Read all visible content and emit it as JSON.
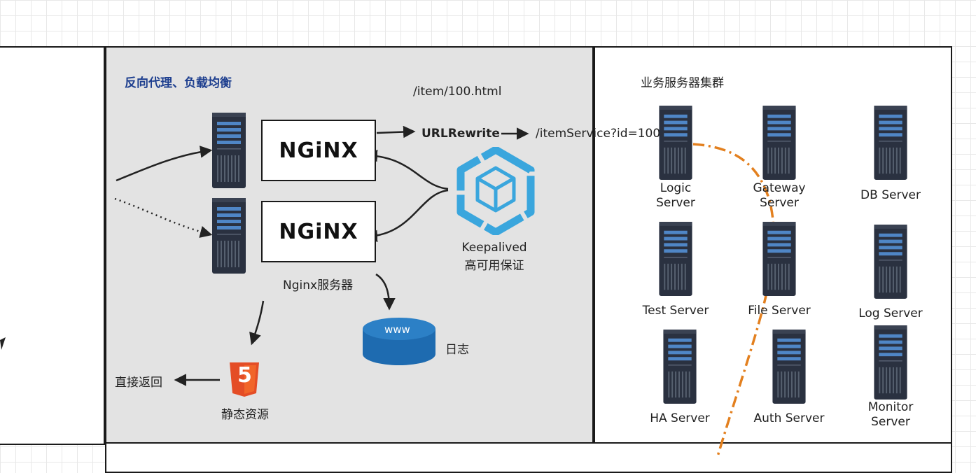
{
  "panel_left": {
    "title": "反向代理、负载均衡",
    "nginx_label": "NGiNX",
    "nginx_caption": "Nginx服务器",
    "url_path": "/item/100.html",
    "url_rewrite": "URLRewrite",
    "rewrite_target": "/itemService?id=100",
    "keepalived_line1": "Keepalived",
    "keepalived_line2": "高可用保证",
    "log_icon_text": "www",
    "log_label": "日志",
    "static_label": "静态资源",
    "html5_glyph": "5",
    "direct_return": "直接返回"
  },
  "panel_right": {
    "title": "业务服务器集群",
    "servers": [
      {
        "line1": "Logic",
        "line2": "Server"
      },
      {
        "line1": "Gateway",
        "line2": "Server"
      },
      {
        "line1": "DB Server",
        "line2": ""
      },
      {
        "line1": "Test Server",
        "line2": ""
      },
      {
        "line1": "File Server",
        "line2": ""
      },
      {
        "line1": "Log Server",
        "line2": ""
      },
      {
        "line1": "HA Server",
        "line2": ""
      },
      {
        "line1": "Auth Server",
        "line2": ""
      },
      {
        "line1": "Monitor",
        "line2": "Server"
      }
    ]
  },
  "colors": {
    "title_blue": "#1e3f8f",
    "server_dark": "#2a3140",
    "server_screen": "#4f86c6",
    "keepalived": "#3aa6dd",
    "db_blue": "#1e6bb0",
    "html5": "#e44d26",
    "dash_orange": "#e3801f"
  }
}
